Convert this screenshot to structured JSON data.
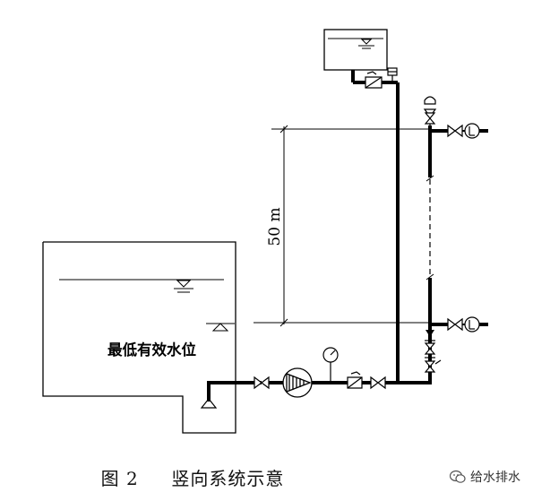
{
  "diagram": {
    "water_level_label": "最低有效水位",
    "dimension_label": "50 m"
  },
  "caption": {
    "figure_number": "图 2",
    "title": "竖向系统示意"
  },
  "watermark": {
    "text": "给水排水"
  }
}
